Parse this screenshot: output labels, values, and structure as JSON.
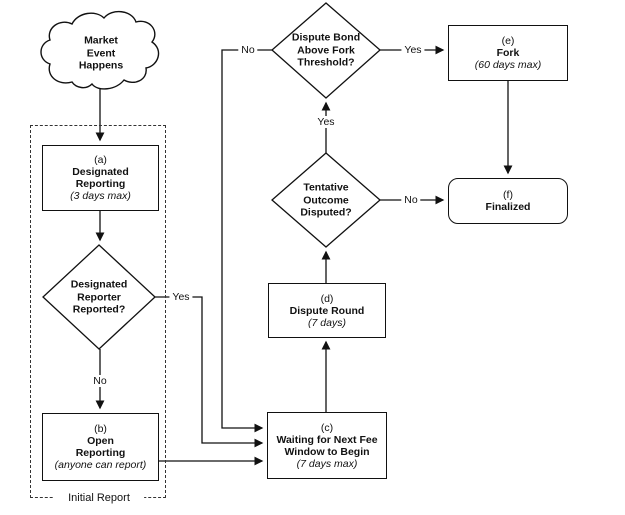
{
  "nodes": {
    "cloud": {
      "l1": "Market",
      "l2": "Event",
      "l3": "Happens"
    },
    "designated_reporting": {
      "tag": "(a)",
      "t1": "Designated",
      "t2": "Reporting",
      "note": "(3 days max)"
    },
    "designated_reporter_reported": {
      "l1": "Designated",
      "l2": "Reporter",
      "l3": "Reported?"
    },
    "open_reporting": {
      "tag": "(b)",
      "t1": "Open",
      "t2": "Reporting",
      "note": "(anyone can report)"
    },
    "waiting_fee_window": {
      "tag": "(c)",
      "t1": "Waiting for Next Fee",
      "t2": "Window to Begin",
      "note": "(7 days max)"
    },
    "dispute_round": {
      "tag": "(d)",
      "t1": "Dispute Round",
      "note": "(7 days)"
    },
    "tentative_outcome_disputed": {
      "l1": "Tentative",
      "l2": "Outcome",
      "l3": "Disputed?"
    },
    "dispute_bond_above_fork": {
      "l1": "Dispute Bond",
      "l2": "Above Fork",
      "l3": "Threshold?"
    },
    "fork": {
      "tag": "(e)",
      "t1": "Fork",
      "note": "(60 days max)"
    },
    "finalized": {
      "tag": "(f)",
      "t1": "Finalized"
    }
  },
  "labels": {
    "initial_report": "Initial Report",
    "yes_designated": "Yes",
    "no_designated": "No",
    "yes_tentative": "Yes",
    "no_tentative": "No",
    "yes_bond": "Yes",
    "no_bond": "No"
  },
  "colors": {
    "line": "#111111",
    "background": "#ffffff"
  }
}
